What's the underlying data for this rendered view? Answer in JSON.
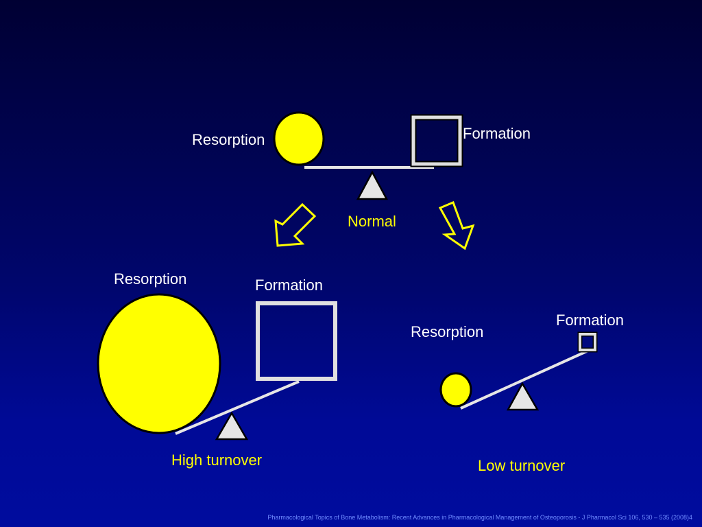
{
  "normal": {
    "resorption_label": "Resorption",
    "formation_label": "Formation",
    "caption": "Normal"
  },
  "high_turnover": {
    "resorption_label": "Resorption",
    "formation_label": "Formation",
    "caption": "High turnover"
  },
  "low_turnover": {
    "resorption_label": "Resorption",
    "formation_label": "Formation",
    "caption": "Low turnover"
  },
  "citation": "Pharmacological Topics of Bone Metabolism: Recent Advances in Pharmacological Management of Osteoporosis - J Pharmacol Sci 106, 530 – 535 (2008)4",
  "colors": {
    "circle_fill": "#ffff00",
    "square_stroke": "#e0e0e0",
    "triangle_fill": "#e6e6e6",
    "arrow_stroke": "#ffff00",
    "label_text": "#ffffff",
    "caption_text": "#ffff00"
  },
  "icons": {
    "resorption_shape": "yellow-circle",
    "formation_shape": "hollow-square",
    "fulcrum": "triangle",
    "transition_arrow": "hollow-arrow"
  }
}
